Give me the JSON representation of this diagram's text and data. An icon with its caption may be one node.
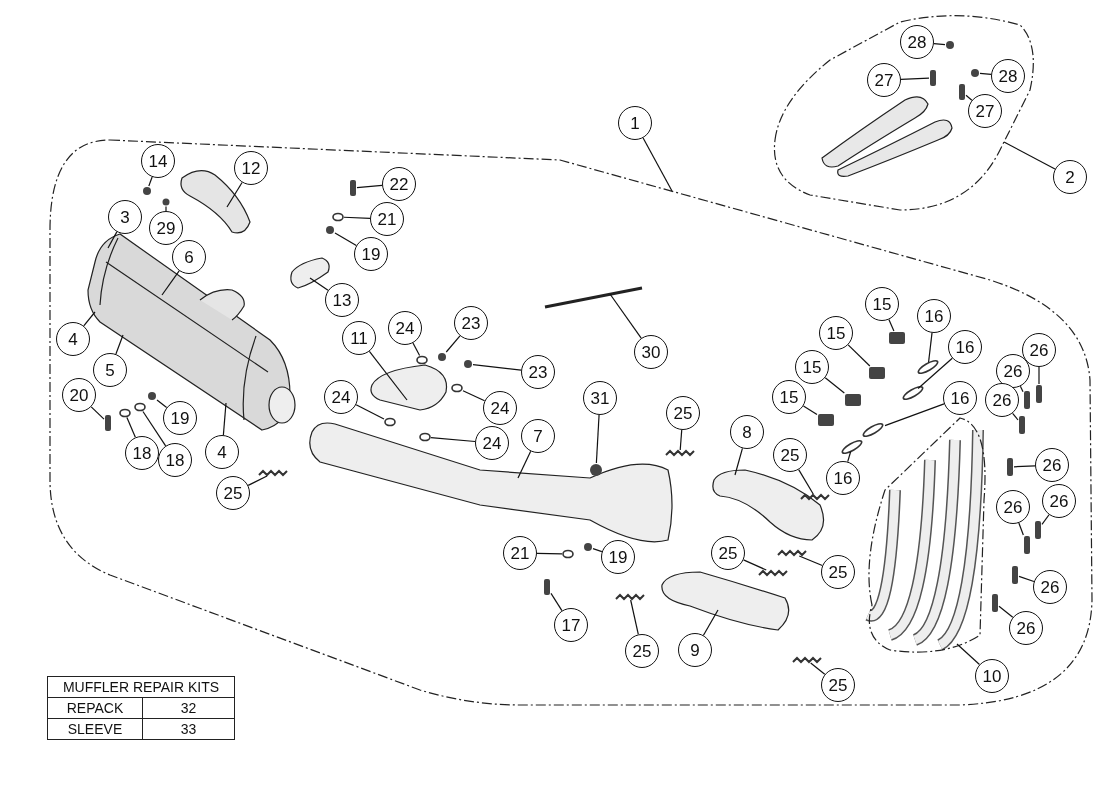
{
  "diagram": {
    "nodes": [
      {
        "text": [
          "28"
        ]
      },
      {
        "text": [
          "27"
        ]
      },
      {
        "text": [
          "28"
        ]
      },
      {
        "text": [
          "27"
        ]
      },
      {
        "text": [
          "1"
        ]
      },
      {
        "text": [
          "14"
        ]
      },
      {
        "text": [
          "12"
        ]
      },
      {
        "text": [
          "2"
        ]
      },
      {
        "text": [
          "22"
        ]
      },
      {
        "text": [
          "3"
        ]
      },
      {
        "text": [
          "29"
        ]
      },
      {
        "text": [
          "21"
        ]
      },
      {
        "text": [
          "19"
        ]
      },
      {
        "text": [
          "6"
        ]
      },
      {
        "text": [
          "13"
        ]
      },
      {
        "text": [
          "15"
        ]
      },
      {
        "text": [
          "16"
        ]
      },
      {
        "text": [
          "23"
        ]
      },
      {
        "text": [
          "24"
        ]
      },
      {
        "text": [
          "11"
        ]
      },
      {
        "text": [
          "4"
        ]
      },
      {
        "text": [
          "15"
        ]
      },
      {
        "text": [
          "16"
        ]
      },
      {
        "text": [
          "26"
        ]
      },
      {
        "text": [
          "30"
        ]
      },
      {
        "text": [
          "15"
        ]
      },
      {
        "text": [
          "26"
        ]
      },
      {
        "text": [
          "5"
        ]
      },
      {
        "text": [
          "23"
        ]
      },
      {
        "text": [
          "16"
        ]
      },
      {
        "text": [
          "20"
        ]
      },
      {
        "text": [
          "15"
        ]
      },
      {
        "text": [
          "24"
        ]
      },
      {
        "text": [
          "24"
        ]
      },
      {
        "text": [
          "26"
        ]
      },
      {
        "text": [
          "25"
        ]
      },
      {
        "text": [
          "19"
        ]
      },
      {
        "text": [
          "8"
        ]
      },
      {
        "text": [
          "7"
        ]
      },
      {
        "text": [
          "24"
        ]
      },
      {
        "text": [
          "25"
        ]
      },
      {
        "text": [
          "4"
        ]
      },
      {
        "text": [
          "18"
        ]
      },
      {
        "text": [
          "18"
        ]
      },
      {
        "text": [
          "26"
        ]
      },
      {
        "text": [
          "31"
        ]
      },
      {
        "text": [
          "16"
        ]
      },
      {
        "text": [
          "25"
        ]
      },
      {
        "text": [
          "26"
        ]
      },
      {
        "text": [
          "26"
        ]
      },
      {
        "text": [
          "21"
        ]
      },
      {
        "text": [
          "25"
        ]
      },
      {
        "text": [
          "19"
        ]
      },
      {
        "text": [
          "25"
        ]
      },
      {
        "text": [
          "26"
        ]
      },
      {
        "text": [
          "17"
        ]
      },
      {
        "text": [
          "26"
        ]
      },
      {
        "text": [
          "25"
        ]
      },
      {
        "text": [
          "9"
        ]
      },
      {
        "text": [
          "10"
        ]
      },
      {
        "text": [
          "25"
        ]
      },
      {
        "text": [],
        "shape": "picture"
      },
      {
        "text": [],
        "shape": "picture"
      },
      {
        "text": [],
        "shape": "picture"
      },
      {
        "text": [],
        "shape": "picture"
      },
      {
        "text": [],
        "shape": "picture"
      },
      {
        "text": [],
        "shape": "picture"
      },
      {
        "text": [],
        "shape": "picture"
      },
      {
        "text": [],
        "shape": "picture"
      },
      {
        "text": [],
        "shape": "picture"
      },
      {
        "text": [],
        "shape": "circle"
      },
      {
        "text": [],
        "shape": "box"
      },
      {
        "text": [],
        "shape": "circle"
      },
      {
        "text": [],
        "shape": "box"
      },
      {
        "text": [],
        "shape": "circle"
      },
      {
        "text": [],
        "shape": "box"
      },
      {
        "text": [],
        "shape": "circle"
      },
      {
        "text": [],
        "shape": "circle"
      },
      {
        "text": [],
        "shape": "circle"
      },
      {
        "text": [],
        "shape": "box"
      },
      {
        "text": [],
        "shape": "circle"
      },
      {
        "text": [],
        "shape": "circle"
      },
      {
        "text": [],
        "shape": "circle"
      },
      {
        "text": [],
        "shape": "box"
      },
      {
        "text": [],
        "shape": "circle"
      },
      {
        "text": [],
        "shape": "box"
      },
      {
        "text": [],
        "shape": "box"
      },
      {
        "text": [],
        "shape": "box"
      },
      {
        "text": [],
        "shape": "circle"
      },
      {
        "text": [],
        "shape": "circle"
      },
      {
        "text": [],
        "shape": "box"
      },
      {
        "text": [],
        "shape": "box"
      },
      {
        "text": [],
        "shape": "circle"
      },
      {
        "text": [],
        "shape": "circle"
      },
      {
        "text": [],
        "shape": "box"
      },
      {
        "text": [],
        "shape": "picture"
      },
      {
        "text": [],
        "shape": "circle"
      },
      {
        "text": [],
        "shape": "circle"
      },
      {
        "text": [],
        "shape": "picture"
      },
      {
        "text": [],
        "shape": "circle"
      },
      {
        "text": [],
        "shape": "circle"
      },
      {
        "text": [],
        "shape": "box"
      },
      {
        "text": [],
        "shape": "circle"
      },
      {
        "text": [],
        "shape": "circle"
      },
      {
        "text": [],
        "shape": "picture"
      },
      {
        "text": [],
        "shape": "box"
      },
      {
        "text": [],
        "shape": "box"
      },
      {
        "text": [],
        "shape": "circle"
      },
      {
        "text": [],
        "shape": "picture"
      },
      {
        "text": [],
        "shape": "circle"
      },
      {
        "text": [],
        "shape": "picture"
      },
      {
        "text": [],
        "shape": "box"
      },
      {
        "text": [],
        "shape": "box"
      },
      {
        "text": [],
        "shape": "box"
      },
      {
        "text": [],
        "shape": "picture"
      },
      {
        "text": [],
        "shape": "picture"
      }
    ],
    "edges": [
      {
        "from": 0,
        "to": 70,
        "arrow": "none"
      },
      {
        "from": 1,
        "to": 71,
        "arrow": "none"
      },
      {
        "from": 2,
        "to": 72,
        "arrow": "none"
      },
      {
        "from": 3,
        "to": 73,
        "arrow": "none"
      },
      {
        "from": 4,
        "to": null,
        "arrow": "none"
      },
      {
        "from": 5,
        "to": 74,
        "arrow": "none"
      },
      {
        "from": 6,
        "to": 62,
        "arrow": "none"
      },
      {
        "from": 7,
        "to": null,
        "arrow": "none"
      },
      {
        "from": 8,
        "to": 75,
        "arrow": "none"
      },
      {
        "from": 9,
        "to": 61,
        "arrow": "none"
      },
      {
        "from": 10,
        "to": 76,
        "arrow": "none"
      },
      {
        "from": 11,
        "to": 77,
        "arrow": "none"
      },
      {
        "from": 12,
        "to": 78,
        "arrow": "none"
      },
      {
        "from": 13,
        "to": 61,
        "arrow": "none"
      },
      {
        "from": 14,
        "to": 63,
        "arrow": "none"
      },
      {
        "from": 15,
        "to": 79,
        "arrow": "none"
      },
      {
        "from": 16,
        "to": 80,
        "arrow": "none"
      },
      {
        "from": 17,
        "to": 81,
        "arrow": "none"
      },
      {
        "from": 18,
        "to": 82,
        "arrow": "none"
      },
      {
        "from": 19,
        "to": 64,
        "arrow": "none"
      },
      {
        "from": 20,
        "to": 61,
        "arrow": "none"
      },
      {
        "from": 21,
        "to": 83,
        "arrow": "none"
      },
      {
        "from": 22,
        "to": 84,
        "arrow": "none"
      },
      {
        "from": 23,
        "to": 85,
        "arrow": "none"
      },
      {
        "from": 24,
        "to": 65,
        "arrow": "none"
      },
      {
        "from": 25,
        "to": 86,
        "arrow": "none"
      },
      {
        "from": 26,
        "to": 87,
        "arrow": "none"
      },
      {
        "from": 27,
        "to": 61,
        "arrow": "none"
      },
      {
        "from": 28,
        "to": 88,
        "arrow": "none"
      },
      {
        "from": 29,
        "to": 89,
        "arrow": "none"
      },
      {
        "from": 30,
        "to": 90,
        "arrow": "none"
      },
      {
        "from": 31,
        "to": 91,
        "arrow": "none"
      },
      {
        "from": 32,
        "to": 92,
        "arrow": "none"
      },
      {
        "from": 33,
        "to": 93,
        "arrow": "none"
      },
      {
        "from": 34,
        "to": 94,
        "arrow": "none"
      },
      {
        "from": 35,
        "to": 95,
        "arrow": "none"
      },
      {
        "from": 36,
        "to": 96,
        "arrow": "none"
      },
      {
        "from": 37,
        "to": 67,
        "arrow": "none"
      },
      {
        "from": 38,
        "to": 66,
        "arrow": "none"
      },
      {
        "from": 39,
        "to": 97,
        "arrow": "none"
      },
      {
        "from": 40,
        "to": 98,
        "arrow": "none"
      },
      {
        "from": 41,
        "to": 61,
        "arrow": "none"
      },
      {
        "from": 42,
        "to": 99,
        "arrow": "none"
      },
      {
        "from": 43,
        "to": 100,
        "arrow": "none"
      },
      {
        "from": 44,
        "to": 101,
        "arrow": "none"
      },
      {
        "from": 45,
        "to": 102,
        "arrow": "none"
      },
      {
        "from": 46,
        "to": 103,
        "arrow": "none"
      },
      {
        "from": 47,
        "to": 104,
        "arrow": "none"
      },
      {
        "from": 48,
        "to": 105,
        "arrow": "none"
      },
      {
        "from": 49,
        "to": 106,
        "arrow": "none"
      },
      {
        "from": 50,
        "to": 107,
        "arrow": "none"
      },
      {
        "from": 51,
        "to": 108,
        "arrow": "none"
      },
      {
        "from": 52,
        "to": 109,
        "arrow": "none"
      },
      {
        "from": 53,
        "to": 110,
        "arrow": "none"
      },
      {
        "from": 54,
        "to": 111,
        "arrow": "none"
      },
      {
        "from": 55,
        "to": 112,
        "arrow": "none"
      },
      {
        "from": 56,
        "to": 113,
        "arrow": "none"
      },
      {
        "from": 57,
        "to": 114,
        "arrow": "none"
      },
      {
        "from": 58,
        "to": 68,
        "arrow": "none"
      },
      {
        "from": 59,
        "to": 69,
        "arrow": "none"
      },
      {
        "from": 60,
        "to": 115,
        "arrow": "none"
      }
    ],
    "labels": [
      "MUFFLER REPAIR KITS",
      "REPACK",
      "32",
      "SLEEVE",
      "33"
    ]
  }
}
